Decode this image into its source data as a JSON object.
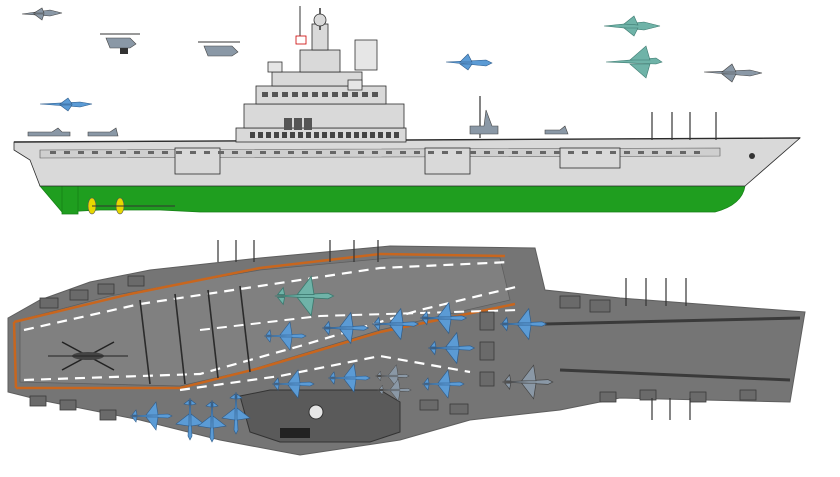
{
  "drawing": {
    "views": [
      {
        "id": "side-profile",
        "kind": "elevation"
      },
      {
        "id": "flight-deck",
        "kind": "plan"
      }
    ]
  },
  "colors": {
    "hull_grey": "#d9d9d9",
    "hull_outline": "#2b2b2b",
    "waterline_green": "#1f9e1f",
    "boot_green_dark": "#168016",
    "deck_grey": "#757575",
    "deck_edge": "#5e5e5e",
    "deck_marking": "#ffffff",
    "deck_orange": "#c8661e",
    "catapult_track": "#3a3a3a",
    "island_grey": "#5a5a5a",
    "aircraft_blue": "#5b9bd5",
    "aircraft_teal": "#6fb3a8",
    "aircraft_grey": "#8a98a6",
    "propeller_yellow": "#e8d800"
  },
  "icons": [
    "fighter-jet-icon",
    "helicopter-icon",
    "radar-mast-icon",
    "propeller-icon"
  ]
}
